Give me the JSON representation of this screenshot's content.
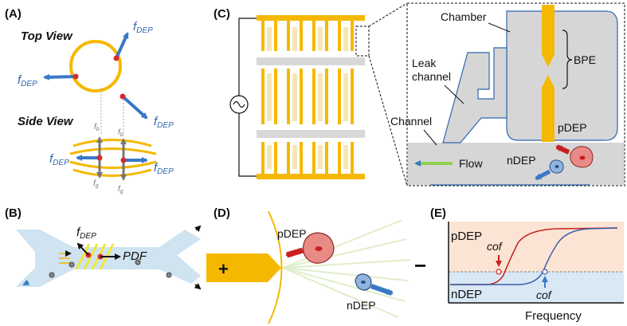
{
  "panels": {
    "a": {
      "label": "(A)",
      "top_view": "Top View",
      "side_view": "Side View",
      "force_main": "f",
      "force_sub": "DEP",
      "buoyancy_main": "f",
      "buoyancy_sub": "b",
      "gravity_main": "f",
      "gravity_sub": "g"
    },
    "b": {
      "label": "(B)",
      "force_main": "f",
      "force_sub": "DEP",
      "pdf": "PDF"
    },
    "c": {
      "label": "(C)",
      "chamber": "Chamber",
      "bpe": "BPE",
      "leak_line1": "Leak",
      "leak_line2": "channel",
      "channel": "Channel",
      "pdep": "pDEP",
      "ndep": "nDEP",
      "flow": "Flow"
    },
    "d": {
      "label": "(D)",
      "pdep": "pDEP",
      "ndep": "nDEP",
      "plus": "+",
      "minus": "−"
    },
    "e": {
      "label": "(E)",
      "pdep": "pDEP",
      "ndep": "nDEP",
      "cof": "cof",
      "xlabel": "Frequency"
    }
  },
  "colors": {
    "electrode": "#f5b800",
    "arrow_blue": "#3a78c8",
    "arrow_red": "#c8201e",
    "flow_green": "#8fd14f",
    "channel_blue": "#cfe3f1",
    "cell_red": "#e88a86",
    "cell_blue": "#8fb4e0",
    "pdep_bg": "#fbe4d4",
    "ndep_bg": "#d8e8f5",
    "curve_red": "#c8201e",
    "curve_blue": "#3a5fa8",
    "grey_chamber": "#d6d6d6"
  }
}
